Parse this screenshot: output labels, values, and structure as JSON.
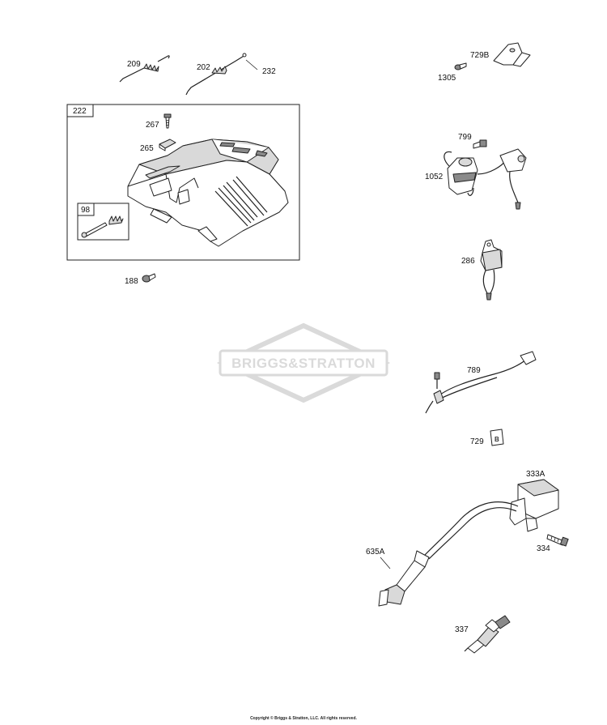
{
  "watermark": {
    "text": "BRIGGS&STRATTON",
    "color": "#d6d6d6"
  },
  "callouts": {
    "p209": "209",
    "p202": "202",
    "p232": "232",
    "p222": "222",
    "p267": "267",
    "p265": "265",
    "p98": "98",
    "p188": "188",
    "p729B": "729B",
    "p1305": "1305",
    "p799": "799",
    "p1052": "1052",
    "p286": "286",
    "p789": "789",
    "p729": "729",
    "p333A": "333A",
    "p334": "334",
    "p635A": "635A",
    "p337": "337"
  },
  "inset_729_letter": "B",
  "footer": {
    "copyright": "Copyright © Briggs & Stratton, LLC. All rights reserved."
  }
}
